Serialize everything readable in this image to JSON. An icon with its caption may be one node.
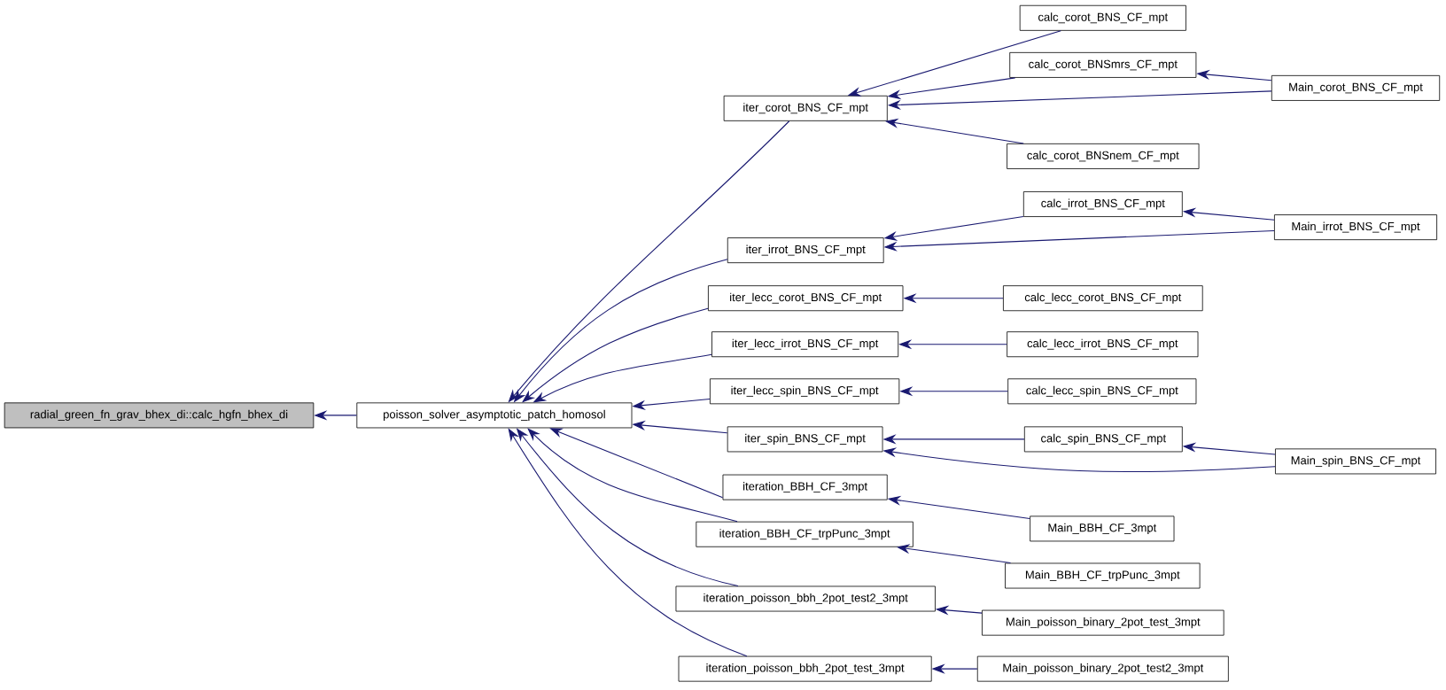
{
  "diagram": {
    "nodes": [
      {
        "text": [
          "radial_green_fn_grav_bhex_di::calc_hgfn_bhex_di"
        ]
      },
      {
        "text": [
          "poisson_solver_asymptotic_patch_homosol"
        ]
      },
      {
        "text": [
          "iter_corot_BNS_CF_mpt"
        ]
      },
      {
        "text": [
          "iter_irrot_BNS_CF_mpt"
        ]
      },
      {
        "text": [
          "iter_lecc_corot_BNS_CF_mpt"
        ]
      },
      {
        "text": [
          "iter_lecc_irrot_BNS_CF_mpt"
        ]
      },
      {
        "text": [
          "iter_lecc_spin_BNS_CF_mpt"
        ]
      },
      {
        "text": [
          "iter_spin_BNS_CF_mpt"
        ]
      },
      {
        "text": [
          "iteration_BBH_CF_3mpt"
        ]
      },
      {
        "text": [
          "iteration_BBH_CF_trpPunc_3mpt"
        ]
      },
      {
        "text": [
          "iteration_poisson_bbh_2pot_test2_3mpt"
        ]
      },
      {
        "text": [
          "iteration_poisson_bbh_2pot_test_3mpt"
        ]
      },
      {
        "text": [
          "calc_corot_BNS_CF_mpt"
        ]
      },
      {
        "text": [
          "calc_corot_BNSmrs_CF_mpt"
        ]
      },
      {
        "text": [
          "Main_corot_BNS_CF_mpt"
        ]
      },
      {
        "text": [
          "calc_corot_BNSnem_CF_mpt"
        ]
      },
      {
        "text": [
          "calc_irrot_BNS_CF_mpt"
        ]
      },
      {
        "text": [
          "Main_irrot_BNS_CF_mpt"
        ]
      },
      {
        "text": [
          "calc_lecc_corot_BNS_CF_mpt"
        ]
      },
      {
        "text": [
          "calc_lecc_irrot_BNS_CF_mpt"
        ]
      },
      {
        "text": [
          "calc_lecc_spin_BNS_CF_mpt"
        ]
      },
      {
        "text": [
          "calc_spin_BNS_CF_mpt"
        ]
      },
      {
        "text": [
          "Main_spin_BNS_CF_mpt"
        ]
      },
      {
        "text": [
          "Main_BBH_CF_3mpt"
        ]
      },
      {
        "text": [
          "Main_BBH_CF_trpPunc_3mpt"
        ]
      },
      {
        "text": [
          "Main_poisson_binary_2pot_test_3mpt"
        ]
      },
      {
        "text": [
          "Main_poisson_binary_2pot_test2_3mpt"
        ]
      }
    ],
    "edges": [
      {
        "from": 1,
        "to": 0,
        "arrow": "to"
      },
      {
        "from": 2,
        "to": 1,
        "arrow": "to"
      },
      {
        "from": 3,
        "to": 1,
        "arrow": "to"
      },
      {
        "from": 4,
        "to": 1,
        "arrow": "to"
      },
      {
        "from": 5,
        "to": 1,
        "arrow": "to"
      },
      {
        "from": 6,
        "to": 1,
        "arrow": "to"
      },
      {
        "from": 7,
        "to": 1,
        "arrow": "to"
      },
      {
        "from": 8,
        "to": 1,
        "arrow": "to"
      },
      {
        "from": 9,
        "to": 1,
        "arrow": "to"
      },
      {
        "from": 10,
        "to": 1,
        "arrow": "to"
      },
      {
        "from": 11,
        "to": 1,
        "arrow": "to"
      },
      {
        "from": 12,
        "to": 2,
        "arrow": "to"
      },
      {
        "from": 13,
        "to": 2,
        "arrow": "to"
      },
      {
        "from": 14,
        "to": 2,
        "arrow": "to"
      },
      {
        "from": 15,
        "to": 2,
        "arrow": "to"
      },
      {
        "from": 14,
        "to": 13,
        "arrow": "to"
      },
      {
        "from": 16,
        "to": 3,
        "arrow": "to"
      },
      {
        "from": 17,
        "to": 3,
        "arrow": "to"
      },
      {
        "from": 17,
        "to": 16,
        "arrow": "to"
      },
      {
        "from": 18,
        "to": 4,
        "arrow": "to"
      },
      {
        "from": 19,
        "to": 5,
        "arrow": "to"
      },
      {
        "from": 20,
        "to": 6,
        "arrow": "to"
      },
      {
        "from": 21,
        "to": 7,
        "arrow": "to"
      },
      {
        "from": 22,
        "to": 7,
        "arrow": "to"
      },
      {
        "from": 22,
        "to": 21,
        "arrow": "to"
      },
      {
        "from": 23,
        "to": 8,
        "arrow": "to"
      },
      {
        "from": 24,
        "to": 9,
        "arrow": "to"
      },
      {
        "from": 25,
        "to": 10,
        "arrow": "to"
      },
      {
        "from": 26,
        "to": 11,
        "arrow": "to"
      }
    ]
  }
}
